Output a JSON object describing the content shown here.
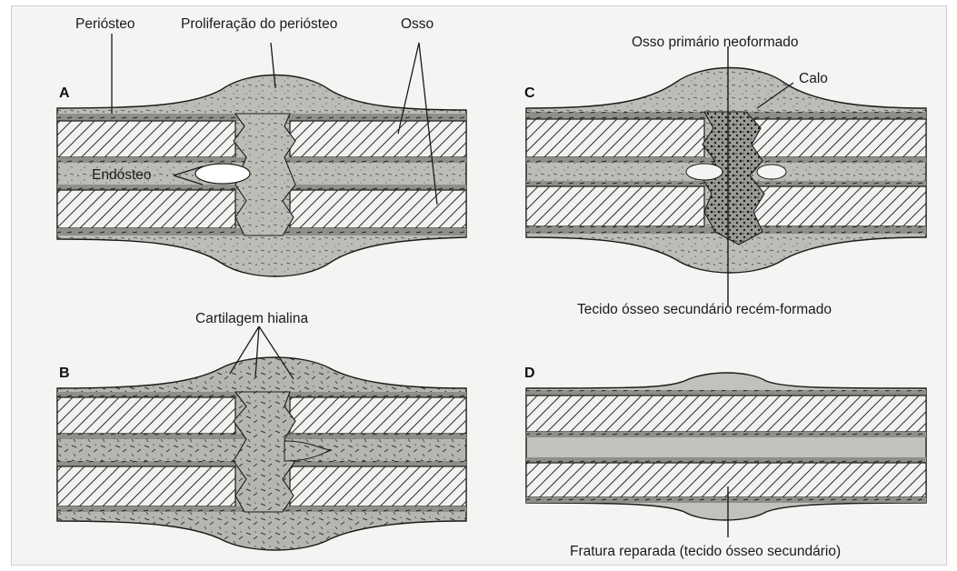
{
  "panels": {
    "a": {
      "letter": "A",
      "labels": {
        "periosteo": "Periósteo",
        "proliferacao": "Proliferação do periósteo",
        "osso": "Osso",
        "endosteo": "Endósteo"
      }
    },
    "b": {
      "letter": "B",
      "labels": {
        "cartilagem": "Cartilagem hialina"
      }
    },
    "c": {
      "letter": "C",
      "labels": {
        "osso_primario": "Osso primário neoformado",
        "calo": "Calo",
        "tecido_secundario": "Tecido ósseo secundário recém-formado"
      }
    },
    "d": {
      "letter": "D",
      "labels": {
        "fratura_reparada": "Fratura reparada (tecido ósseo secundário)"
      }
    }
  },
  "colors": {
    "background": "#f4f4f2",
    "bone_hatch": "#2a2a2a",
    "callus_fill": "#b9b9b4",
    "line": "#1a1a1a"
  }
}
